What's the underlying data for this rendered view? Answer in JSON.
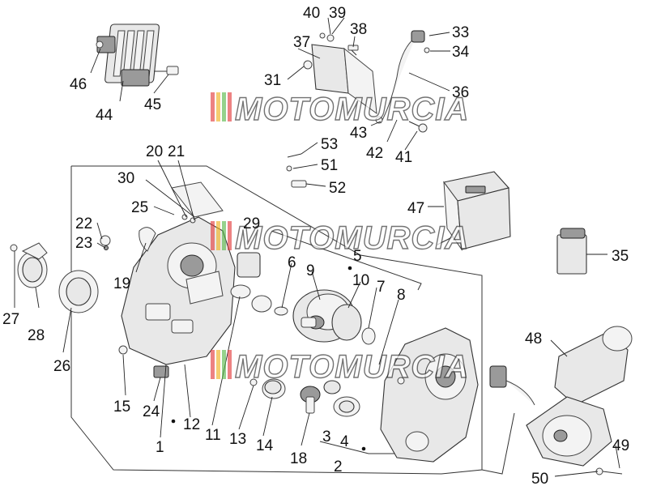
{
  "watermark": {
    "text": "MOTOMURCIA",
    "stripe_colors": [
      "#e33b3b",
      "#f0b020",
      "#59b84a",
      "#e33b3b"
    ]
  },
  "callouts": [
    {
      "id": "1",
      "label": "1"
    },
    {
      "id": "2",
      "label": "2"
    },
    {
      "id": "3",
      "label": "3"
    },
    {
      "id": "4",
      "label": "4"
    },
    {
      "id": "5",
      "label": "5"
    },
    {
      "id": "6",
      "label": "6"
    },
    {
      "id": "7",
      "label": "7"
    },
    {
      "id": "8",
      "label": "8"
    },
    {
      "id": "9",
      "label": "9"
    },
    {
      "id": "10",
      "label": "10"
    },
    {
      "id": "11",
      "label": "11"
    },
    {
      "id": "12",
      "label": "12"
    },
    {
      "id": "13",
      "label": "13"
    },
    {
      "id": "14",
      "label": "14"
    },
    {
      "id": "15",
      "label": "15"
    },
    {
      "id": "18",
      "label": "18"
    },
    {
      "id": "19",
      "label": "19"
    },
    {
      "id": "20",
      "label": "20"
    },
    {
      "id": "21",
      "label": "21"
    },
    {
      "id": "22",
      "label": "22"
    },
    {
      "id": "23",
      "label": "23"
    },
    {
      "id": "24",
      "label": "24"
    },
    {
      "id": "25",
      "label": "25"
    },
    {
      "id": "26",
      "label": "26"
    },
    {
      "id": "27",
      "label": "27"
    },
    {
      "id": "28",
      "label": "28"
    },
    {
      "id": "29",
      "label": "29"
    },
    {
      "id": "30",
      "label": "30"
    },
    {
      "id": "31",
      "label": "31"
    },
    {
      "id": "33",
      "label": "33"
    },
    {
      "id": "34",
      "label": "34"
    },
    {
      "id": "35",
      "label": "35"
    },
    {
      "id": "36",
      "label": "36"
    },
    {
      "id": "37",
      "label": "37"
    },
    {
      "id": "38",
      "label": "38"
    },
    {
      "id": "39",
      "label": "39"
    },
    {
      "id": "40",
      "label": "40"
    },
    {
      "id": "41",
      "label": "41"
    },
    {
      "id": "42",
      "label": "42"
    },
    {
      "id": "43",
      "label": "43"
    },
    {
      "id": "44",
      "label": "44"
    },
    {
      "id": "45",
      "label": "45"
    },
    {
      "id": "46",
      "label": "46"
    },
    {
      "id": "47",
      "label": "47"
    },
    {
      "id": "48",
      "label": "48"
    },
    {
      "id": "49",
      "label": "49"
    },
    {
      "id": "50",
      "label": "50"
    },
    {
      "id": "51",
      "label": "51"
    },
    {
      "id": "52",
      "label": "52"
    },
    {
      "id": "53",
      "label": "53"
    }
  ]
}
